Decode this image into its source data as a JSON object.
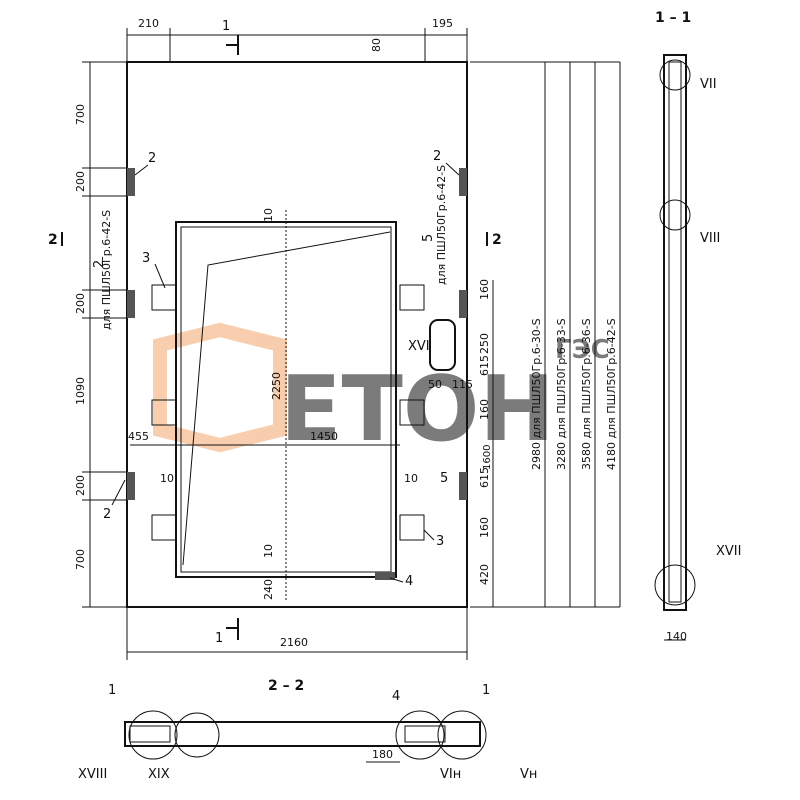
{
  "top_dims": {
    "left": "210",
    "right": "195",
    "small": "80"
  },
  "section_marks": {
    "one": "1",
    "two": "2"
  },
  "left_dims": [
    "700",
    "200",
    "200",
    "1090",
    "200",
    "700"
  ],
  "panel": {
    "opening_top": "10",
    "opening_bottom": "10",
    "height_2250": "2250",
    "width_1450": "1450",
    "offset_455": "455",
    "gap_left": "10",
    "gap_right": "10",
    "base_240": "240",
    "width_2160": "2160"
  },
  "callouts": {
    "c2": "2",
    "c3": "3",
    "c4": "4",
    "c5": "5"
  },
  "notes": {
    "left_vertical": "для ПШЛ50Гр.6-42-S",
    "right_vertical": "для ПШЛ50Гр.6-42-S"
  },
  "right_dims": {
    "d160a": "160",
    "d250": "250",
    "d615a": "615",
    "d160b": "160",
    "d615b": "615",
    "d160c": "160",
    "d420": "420",
    "d1600": "1600",
    "d50": "50",
    "d115": "115"
  },
  "detail_labels": {
    "xvi": "XVI",
    "vii": "VII",
    "viii": "VIII",
    "xvii": "XVII",
    "xviii": "XVIII",
    "xix": "XIX",
    "vi": "VIн",
    "v": "Vн"
  },
  "variants": [
    "2980 для ПШЛ50Гр.6-30-S",
    "3280 для ПШЛ50Гр.6-33-S",
    "3580 для ПШЛ50Гр.6-36-S",
    "4180 для ПШЛ50Гр.6-42-S"
  ],
  "section11": {
    "title": "1 – 1",
    "width": "140"
  },
  "section22": {
    "title": "2 – 2",
    "dim": "180",
    "mark1a": "1",
    "mark1b": "1",
    "mark4": "4"
  },
  "watermark": {
    "text": "ЕТОН",
    "sub": "ГЭС"
  }
}
